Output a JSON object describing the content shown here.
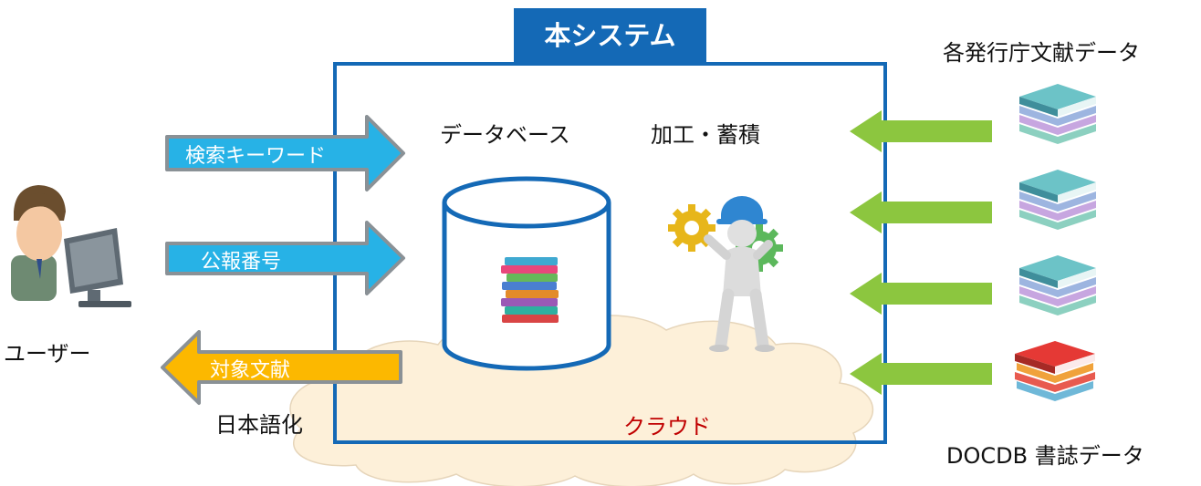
{
  "system_title": "本システム",
  "sources_label": "各発行庁文献データ",
  "docdb_label": "DOCDB 書誌データ",
  "database_label": "データベース",
  "processing_label": "加工・蓄積",
  "user_label": "ユーザー",
  "arrows": {
    "search_keyword": "検索キーワード",
    "publication_number": "公報番号",
    "target_documents": "対象文献"
  },
  "japanese_label": "日本語化",
  "cloud_label": "クラウド",
  "colors": {
    "system_blue": "#1469b6",
    "arrow_blue": "#27b2e6",
    "arrow_orange": "#fcb800",
    "arrow_green": "#8cc63f",
    "arrow_border": "#8a9196",
    "cloud_fill": "#fdf0d9",
    "cloud_text": "#c00000"
  },
  "icons": [
    "user-at-computer-icon",
    "database-cylinder-icon",
    "book-stack-icon",
    "worker-with-gears-icon",
    "teal-books-icon",
    "red-books-icon",
    "cloud-icon"
  ]
}
